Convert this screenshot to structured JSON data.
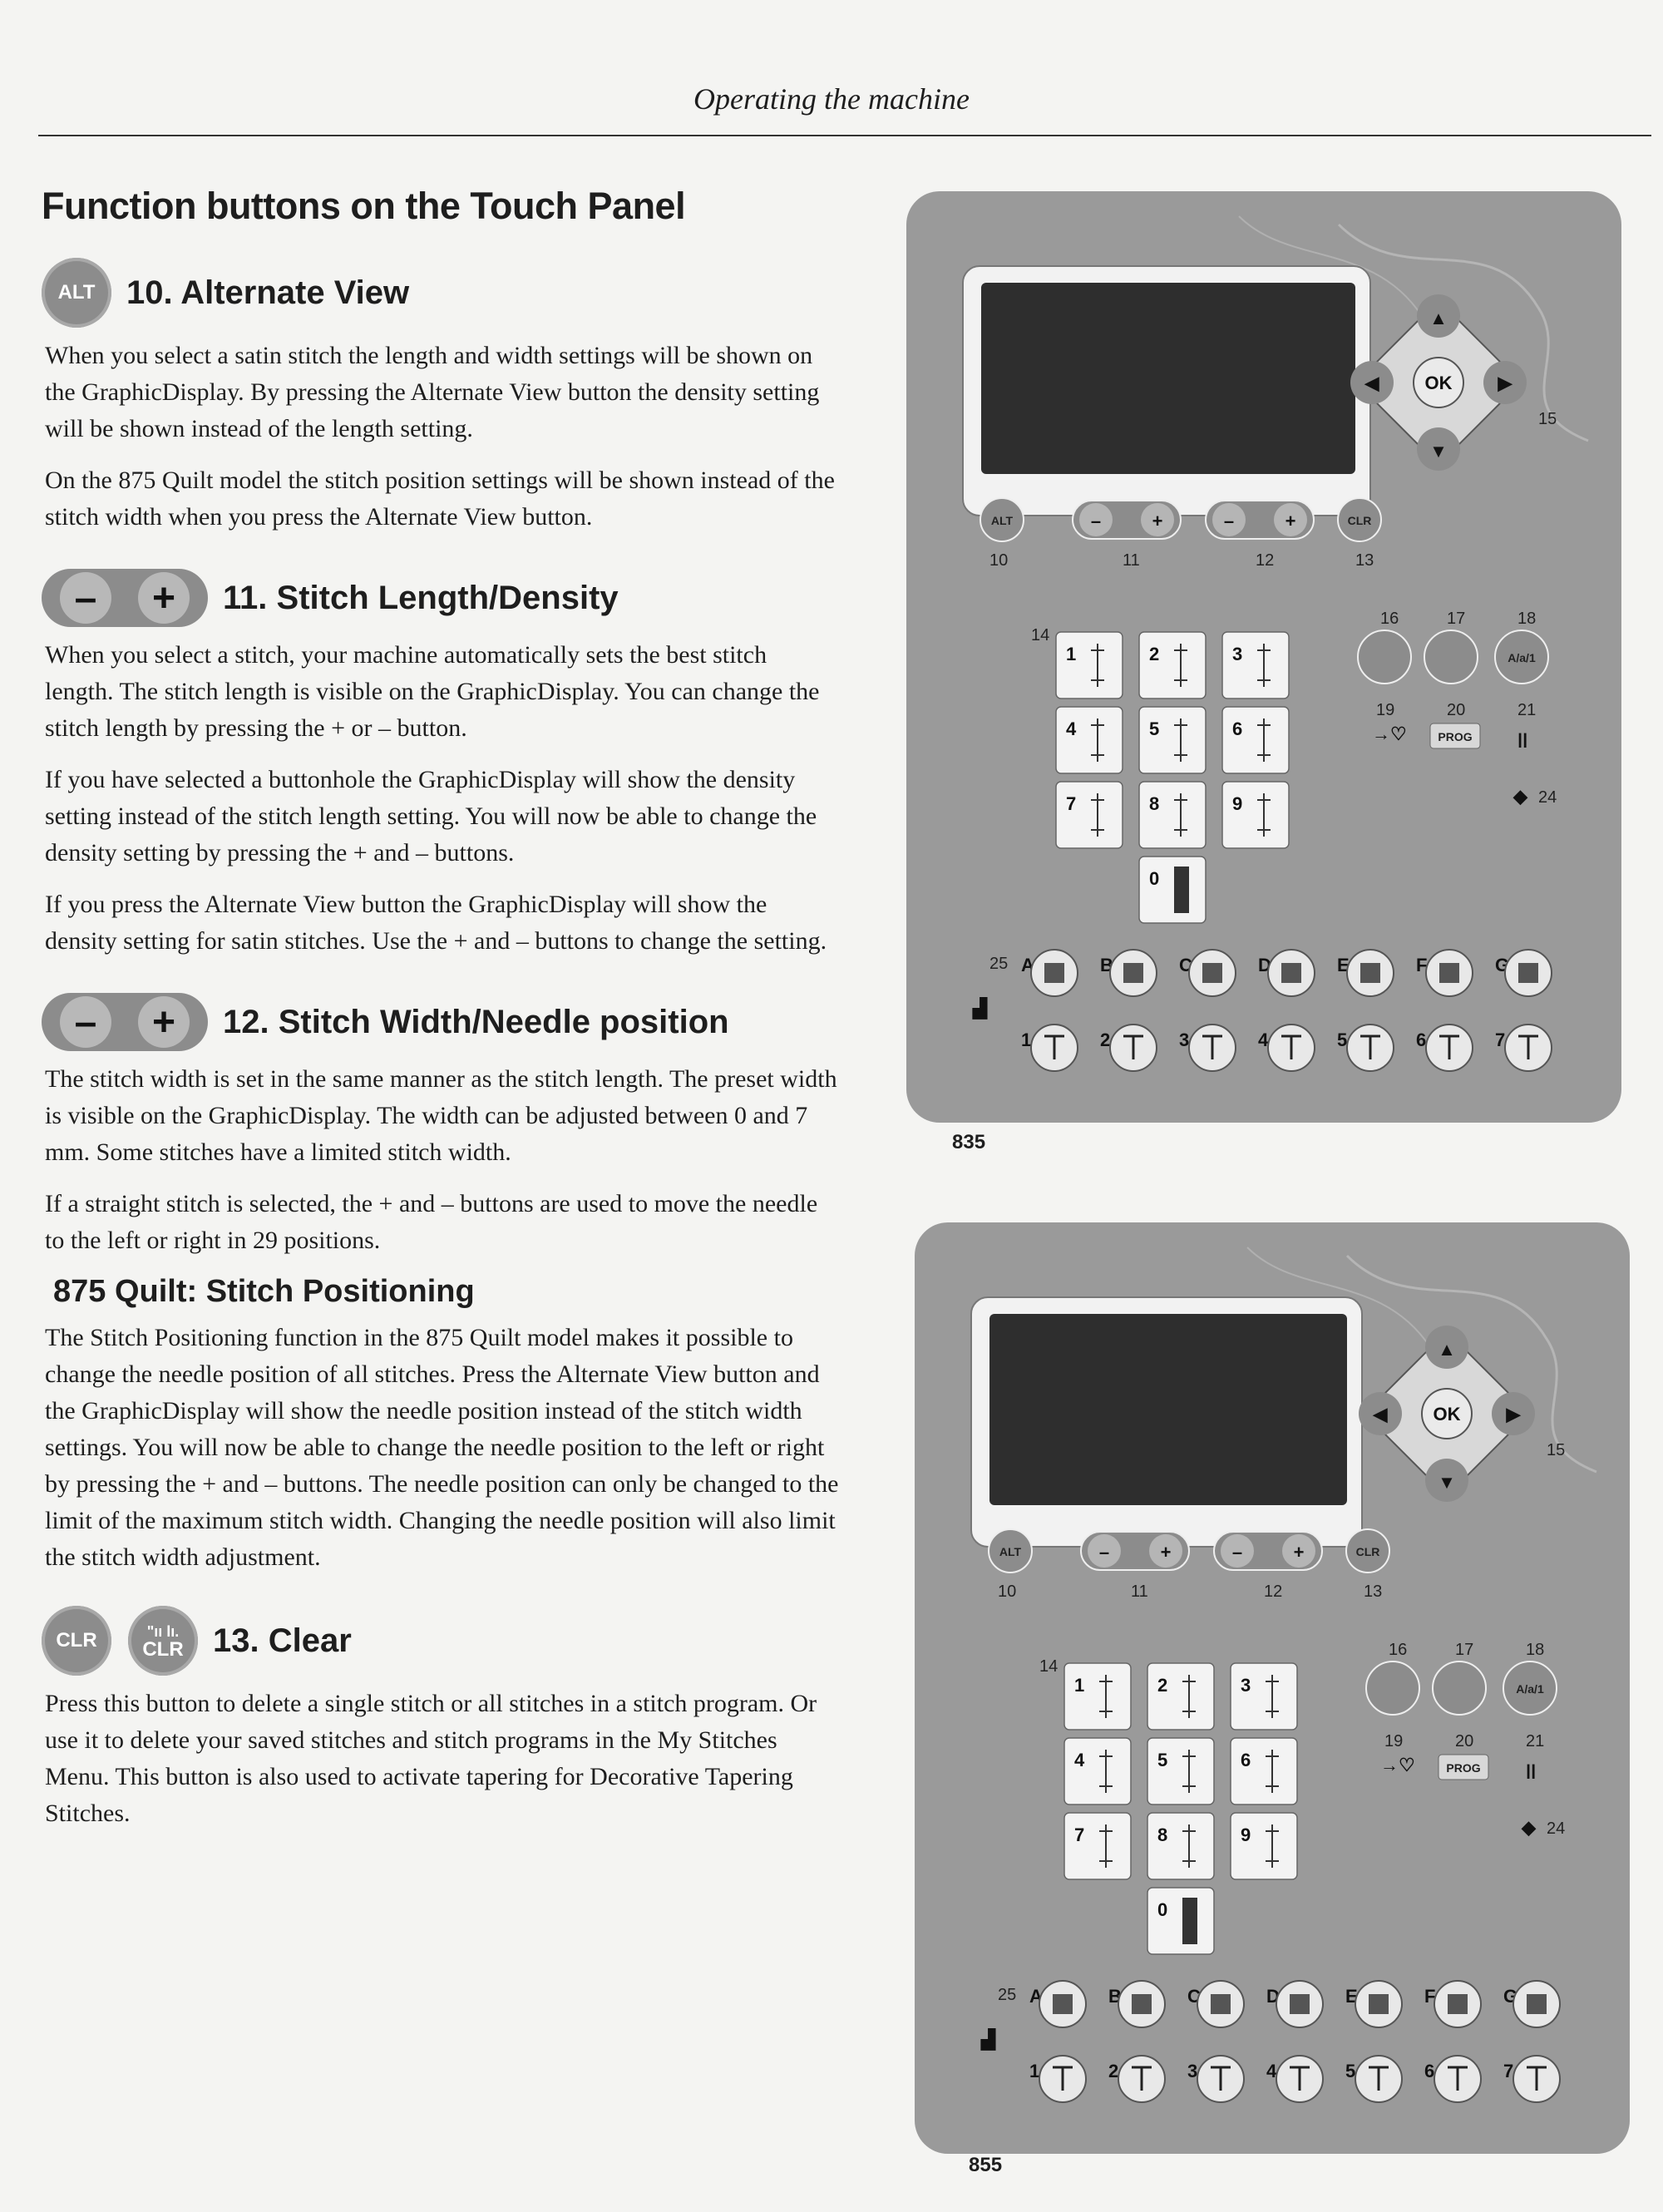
{
  "header": {
    "title": "Operating the machine"
  },
  "page_title": "Function buttons on the Touch Panel",
  "sections": [
    {
      "icon": "ALT",
      "heading": "10. Alternate View",
      "paragraphs": [
        "When you select a satin stitch the length and width settings will be shown on the GraphicDisplay. By pressing the Alternate View button the density setting will be shown instead of the length setting.",
        "On the 875 Quilt model the stitch position settings will be shown instead of the stitch width when you press the Alternate View button."
      ]
    },
    {
      "heading": "11. Stitch Length/Density",
      "paragraphs": [
        "When you select a stitch, your machine automatically sets the best stitch length. The stitch length is visible on the GraphicDisplay. You can change the stitch length by pressing the + or – button.",
        "If you have selected a buttonhole the GraphicDisplay will show the density setting instead of the stitch length setting. You will now be able to change the density setting by pressing the + and – buttons.",
        "If you press the Alternate View button the GraphicDisplay will show the density setting for satin stitches. Use the + and – buttons to change the setting."
      ]
    },
    {
      "heading": "12. Stitch Width/Needle position",
      "paragraphs": [
        "The stitch width is set in the same manner as the stitch length. The preset width is visible on the GraphicDisplay. The width can be adjusted between 0 and 7 mm. Some stitches have a limited stitch width.",
        "If a straight stitch is selected, the + and – buttons are used to move the needle to the left or right in 29 positions."
      ]
    },
    {
      "subheading": "875 Quilt: Stitch Positioning",
      "paragraphs": [
        "The Stitch Positioning function in the 875 Quilt model makes it possible to change the needle position of all stitches. Press the Alternate View button and the GraphicDisplay will show the needle position instead of the stitch width settings. You will now be able to change the needle position to the left or right by pressing the + and – buttons. The needle position can only be changed to the limit of the maximum stitch width. Changing the needle position will also limit the stitch width adjustment."
      ]
    },
    {
      "icon": "CLR",
      "heading": "13. Clear",
      "paragraphs": [
        "Press this button to delete a single stitch or all stitches in a stitch program. Or use it to delete your saved stitches and stitch programs in the My Stitches Menu. This button is also used to activate tapering for Decorative Tapering Stitches."
      ]
    }
  ],
  "buttons": {
    "minus": "–",
    "plus": "+",
    "alt": "ALT",
    "clr": "CLR",
    "ok": "OK",
    "prog": "PROG",
    "aa": "A/a/1"
  },
  "panels": [
    {
      "caption": "835"
    },
    {
      "caption": "855"
    }
  ],
  "panel_labels": {
    "n10": "10",
    "n11": "11",
    "n12": "12",
    "n13": "13",
    "n14": "14",
    "n15": "15",
    "n16": "16",
    "n17": "17",
    "n18": "18",
    "n19": "19",
    "n20": "20",
    "n21": "21",
    "n24": "24",
    "n25": "25",
    "stitch_keys": [
      "1",
      "2",
      "3",
      "4",
      "5",
      "6",
      "7",
      "8",
      "9",
      "0"
    ],
    "letters": [
      "A",
      "B",
      "C",
      "D",
      "E",
      "F",
      "G"
    ],
    "numbers": [
      "1",
      "2",
      "3",
      "4",
      "5",
      "6",
      "7"
    ]
  }
}
